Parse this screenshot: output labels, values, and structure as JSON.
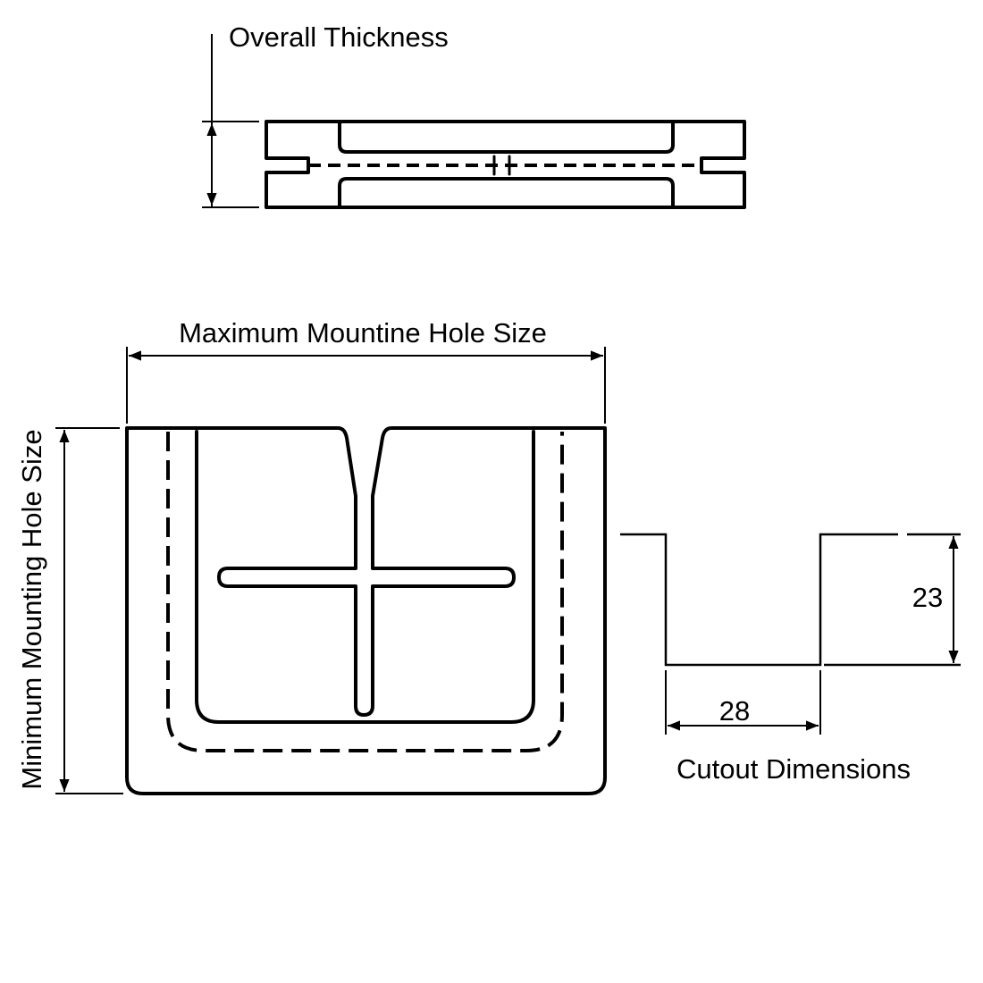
{
  "labels": {
    "overall_thickness": "Overall Thickness",
    "max_hole": "Maximum Mountine Hole Size",
    "min_hole": "Minimum Mounting Hole Size",
    "cutout_title": "Cutout Dimensions",
    "cutout_height": "23",
    "cutout_width": "28"
  },
  "colors": {
    "line": "#000000",
    "background": "#ffffff"
  }
}
